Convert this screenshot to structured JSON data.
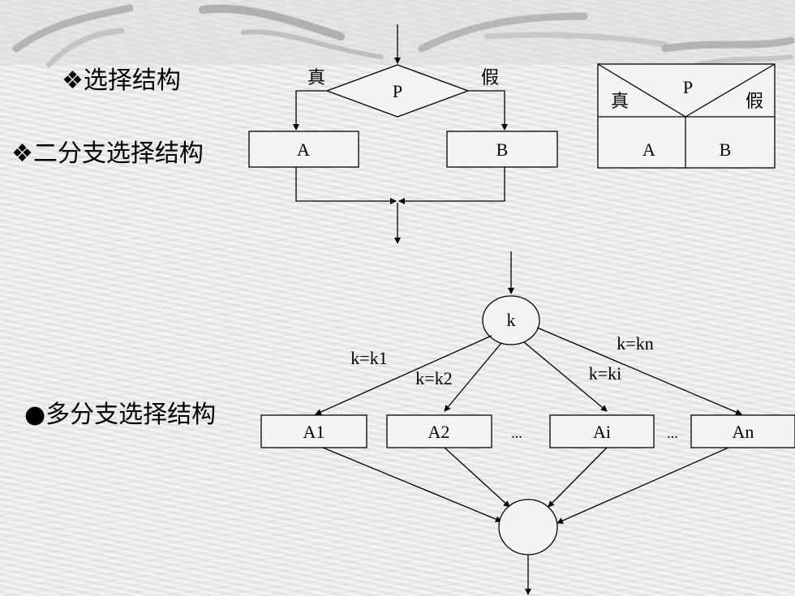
{
  "headings": {
    "selection": "❖选择结构",
    "two_branch": "❖二分支选择结构",
    "multi_branch": "●多分支选择结构"
  },
  "flowchart": {
    "condition": "P",
    "true_label": "真",
    "false_label": "假",
    "true_box": "A",
    "false_box": "B"
  },
  "ns_chart": {
    "condition": "P",
    "true_label": "真",
    "false_label": "假",
    "true_box": "A",
    "false_box": "B"
  },
  "multi": {
    "selector": "k",
    "edges": [
      "k=k1",
      "k=k2",
      "k=ki",
      "k=kn"
    ],
    "boxes": [
      "A1",
      "A2",
      "Ai",
      "An"
    ],
    "ellipses": [
      "...",
      "..."
    ]
  }
}
